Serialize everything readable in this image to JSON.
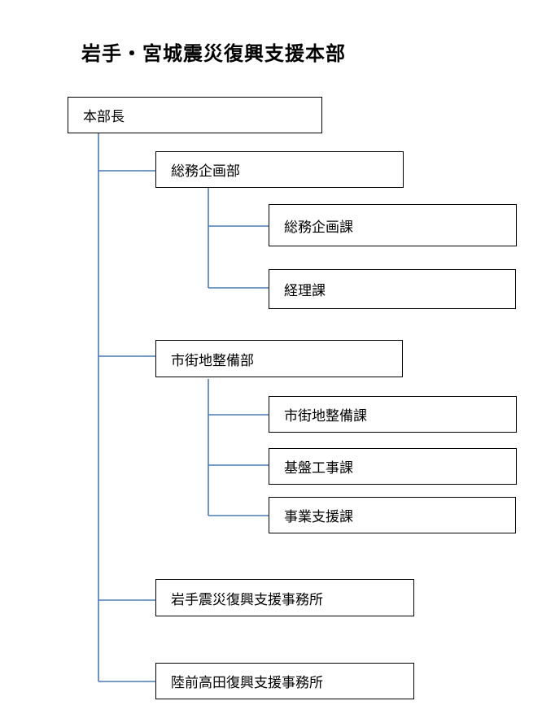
{
  "title": "岩手・宮城震災復興支援本部",
  "colors": {
    "connector": "#4a7ab5",
    "box_border": "#000000",
    "text": "#000000",
    "background": "#ffffff"
  },
  "org": {
    "head": "本部長",
    "departments": [
      {
        "name": "総務企画部",
        "sections": [
          "総務企画課",
          "経理課"
        ]
      },
      {
        "name": "市街地整備部",
        "sections": [
          "市街地整備課",
          "基盤工事課",
          "事業支援課"
        ]
      }
    ],
    "offices": [
      "岩手震災復興支援事務所",
      "陸前高田復興支援事務所"
    ]
  }
}
